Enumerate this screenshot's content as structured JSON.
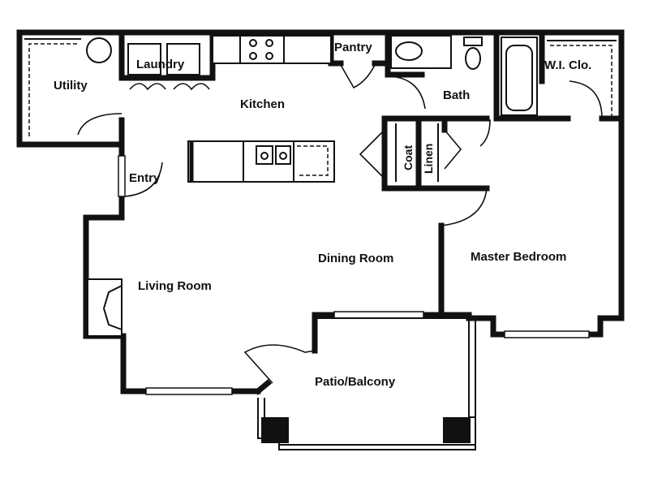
{
  "rooms": {
    "utility": "Utility",
    "laundry": "Laundry",
    "kitchen": "Kitchen",
    "pantry": "Pantry",
    "bath": "Bath",
    "wic": "W.I. Clo.",
    "entry": "Entry",
    "coat": "Coat",
    "linen": "Linen",
    "dining": "Dining Room",
    "master": "Master Bedroom",
    "living": "Living Room",
    "patio": "Patio/Balcony"
  }
}
